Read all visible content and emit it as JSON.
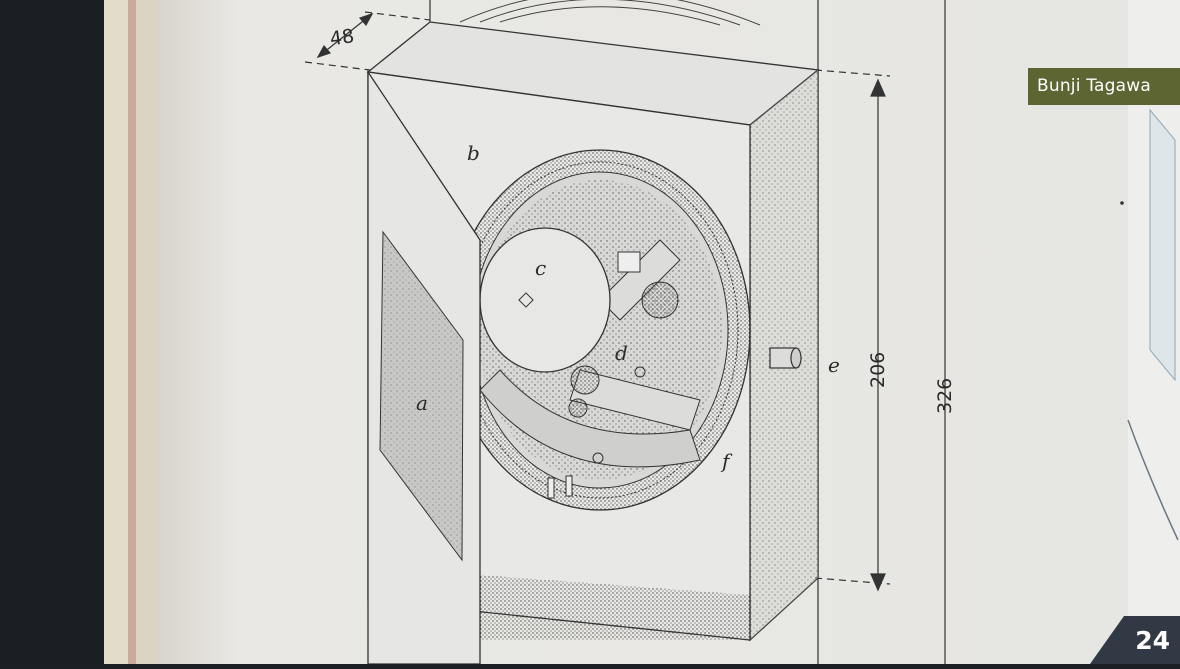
{
  "caption": {
    "author": "Bunji Tagawa"
  },
  "slide": {
    "number": "24"
  },
  "drawing": {
    "labels": {
      "a": "a",
      "b": "b",
      "c": "c",
      "d": "d",
      "e": "e",
      "f": "f"
    },
    "dimensions": {
      "depth": "48",
      "dial_height": "206",
      "box_height": "326"
    }
  },
  "colors": {
    "caption_bg": "#5d6532",
    "badge_bg": "#313944",
    "paper": "#e6e6e4",
    "ink": "#2a2a2a"
  }
}
